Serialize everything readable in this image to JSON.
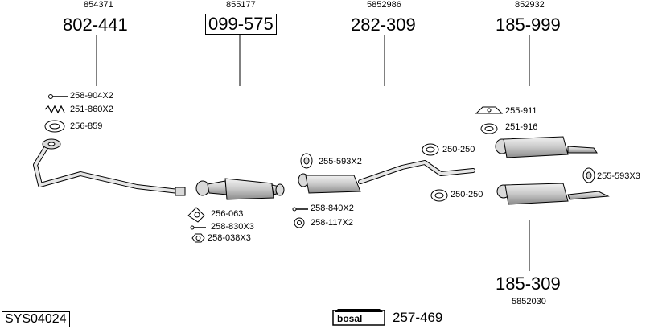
{
  "parts": {
    "front_pipe": {
      "ref": "854371",
      "number": "802-441"
    },
    "catalyst": {
      "ref": "855177",
      "number": "099-575"
    },
    "center_pipe": {
      "ref": "5852986",
      "number": "282-309"
    },
    "middle_silencer": {
      "ref": "852932",
      "number": "185-999"
    },
    "rear_silencer": {
      "ref": "5852030",
      "number": "185-309"
    }
  },
  "fittings": {
    "f1": "258-904X2",
    "f2": "251-860X2",
    "f3": "256-859",
    "f4": "256-063",
    "f5": "258-830X3",
    "f6": "258-038X3",
    "f7": "255-593X2",
    "f8": "258-840X2",
    "f9": "258-117X2",
    "f10": "250-250",
    "f11": "250-250",
    "f12": "255-911",
    "f13": "251-916",
    "f14": "255-593X3"
  },
  "footer": {
    "system_code": "SYS04024",
    "brand": "bosal",
    "kit_number": "257-469"
  },
  "colors": {
    "line": "#000000",
    "part_fill": "#d9d9d9",
    "part_shade": "#9a9a9a",
    "background": "#ffffff"
  }
}
